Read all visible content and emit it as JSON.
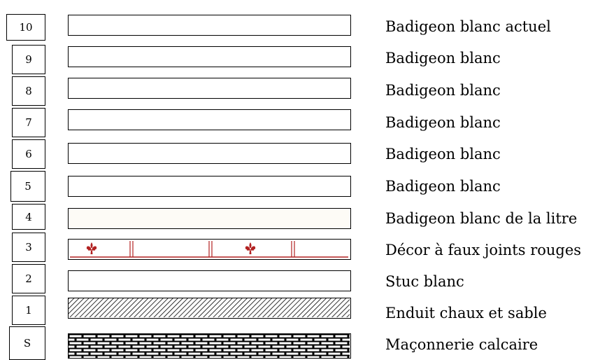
{
  "layers": [
    {
      "num": "10",
      "label": "Badigeon blanc actuel"
    },
    {
      "num": "9",
      "label": "Badigeon blanc"
    },
    {
      "num": "8",
      "label": "Badigeon blanc"
    },
    {
      "num": "7",
      "label": "Badigeon blanc"
    },
    {
      "num": "6",
      "label": "Badigeon blanc"
    },
    {
      "num": "5",
      "label": "Badigeon blanc"
    },
    {
      "num": "4",
      "label": "Badigeon blanc de la litre"
    },
    {
      "num": "3",
      "label": "Décor à faux joints rouges"
    },
    {
      "num": "2",
      "label": "Stuc blanc"
    },
    {
      "num": "1",
      "label": "Enduit chaux et sable"
    },
    {
      "num": "S",
      "label": "Maçonnerie calcaire"
    }
  ],
  "colors": {
    "decor_red": "#b22222",
    "line": "#000000",
    "litre_fill": "#fdfbf6"
  }
}
